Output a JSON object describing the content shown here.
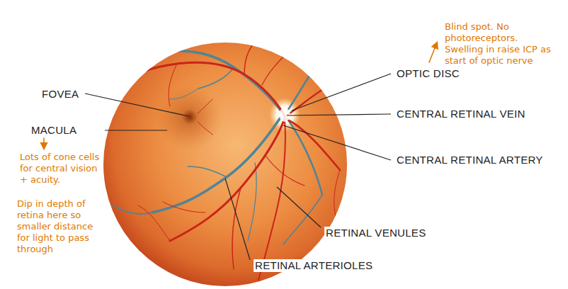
{
  "diagram": {
    "labels": [
      "FOVEA",
      "MACULA",
      "Lots of cone cells for central vision + acuity.",
      "Dip in depth of retina here so smaller distance for light to pass through",
      "OPTIC DISC",
      "Blind spot. No photoreceptors. Swelling in raise ICP as start of optic nerve",
      "CENTRAL RETINAL VEIN",
      "CENTRAL RETINAL ARTERY",
      "RETINAL VENULES",
      "RETINAL ARTERIOLES"
    ]
  }
}
